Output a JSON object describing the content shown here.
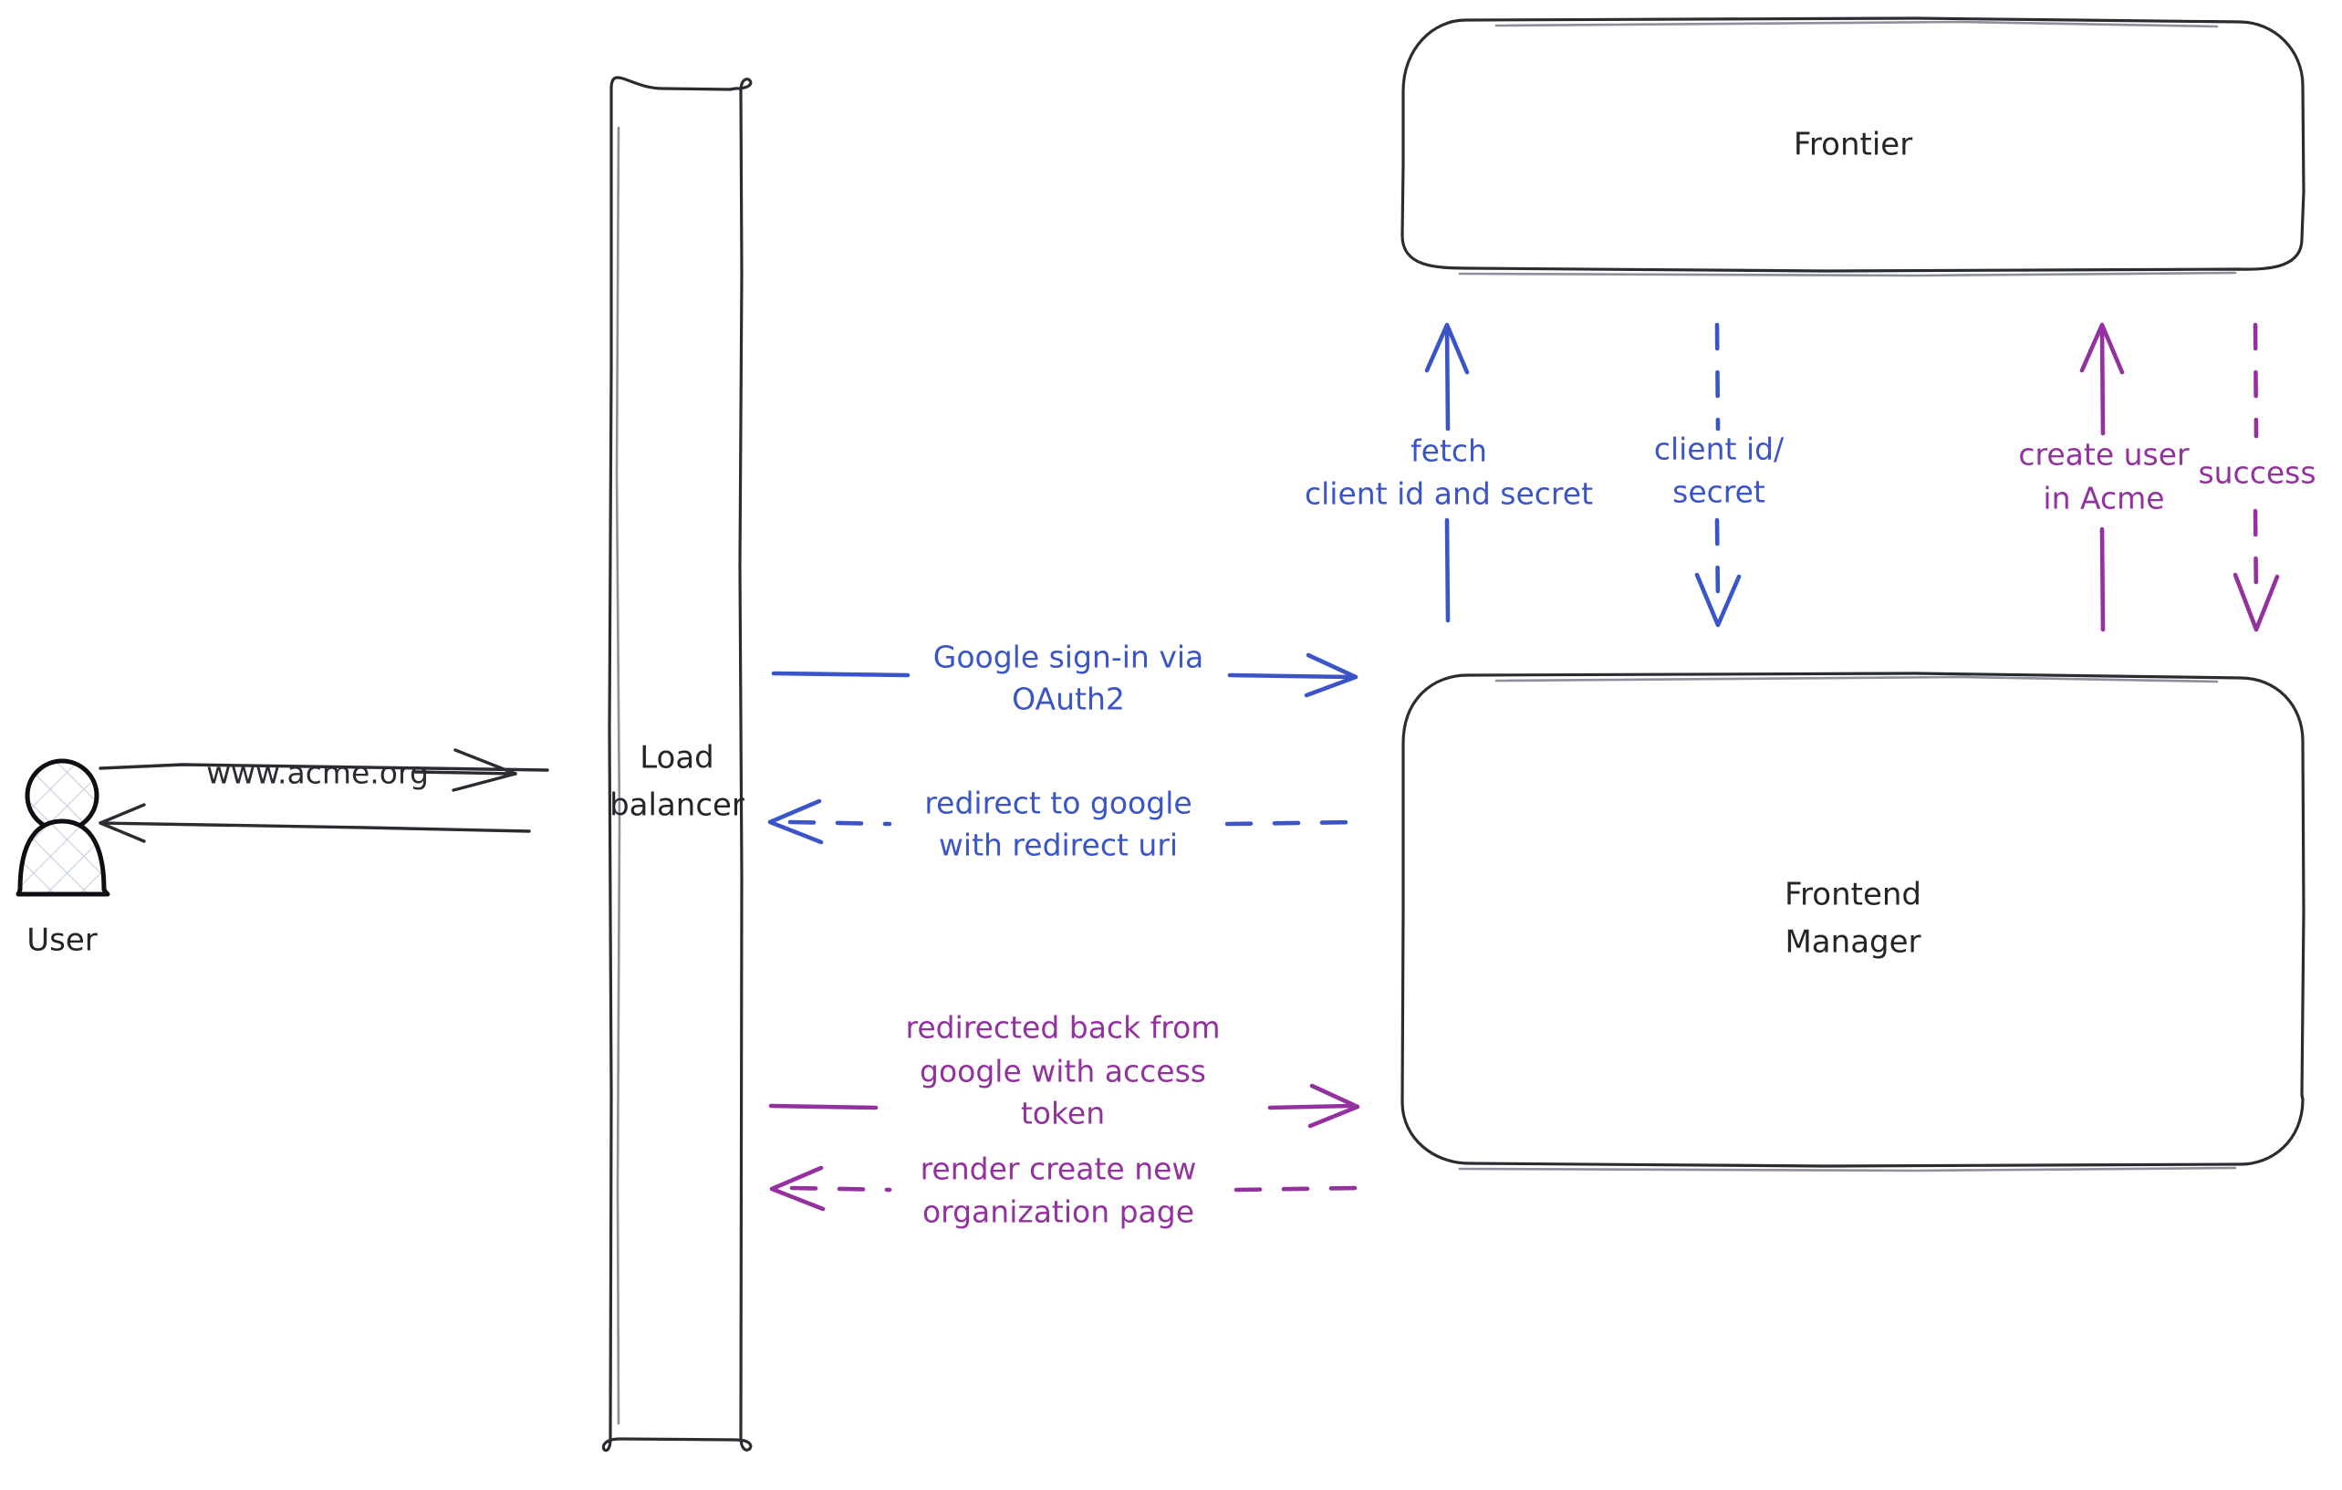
{
  "diagram": {
    "title": "Google OAuth2 sign-in sequence",
    "background": "#ffffff",
    "colors": {
      "blue": "#3b55c9",
      "purple": "#93329f",
      "dark": "#2a2c31",
      "node_stroke": "#2a2c31",
      "node_fill": "#ffffff"
    },
    "actors": [
      {
        "id": "user",
        "name": "user-actor",
        "label": "User",
        "shape": "person",
        "fill": "hatched"
      }
    ],
    "nodes": [
      {
        "id": "load_balancer",
        "name": "load-balancer-node",
        "label_line1": "Load",
        "label_line2": "balancer",
        "shape": "rounded-rect-tall"
      },
      {
        "id": "frontier",
        "name": "frontier-node",
        "label": "Frontier",
        "shape": "rounded-rect"
      },
      {
        "id": "frontend_manager",
        "name": "frontend-manager-node",
        "label_line1": "Frontend",
        "label_line2": "Manager",
        "shape": "rounded-rect"
      }
    ],
    "edges": [
      {
        "id": "user_to_lb",
        "name": "edge-user-to-load-balancer",
        "from": "user",
        "to": "load_balancer",
        "label": "www.acme.org",
        "color": "#2a2c31",
        "style": "solid",
        "direction": "right"
      },
      {
        "id": "lb_to_user",
        "name": "edge-load-balancer-to-user",
        "from": "load_balancer",
        "to": "user",
        "label": "",
        "color": "#2a2c31",
        "style": "solid",
        "direction": "left"
      },
      {
        "id": "lb_to_fm_signin",
        "name": "edge-google-signin-oauth2",
        "from": "load_balancer",
        "to": "frontend_manager",
        "label_line1": "Google sign-in via",
        "label_line2": "OAuth2",
        "color": "#3b55c9",
        "style": "solid",
        "direction": "right"
      },
      {
        "id": "fm_to_lb_redirect",
        "name": "edge-redirect-to-google",
        "from": "frontend_manager",
        "to": "load_balancer",
        "label_line1": "redirect to google",
        "label_line2": "with redirect uri",
        "color": "#3b55c9",
        "style": "dashed",
        "direction": "left"
      },
      {
        "id": "lb_to_fm_token",
        "name": "edge-redirected-back-with-access-token",
        "from": "load_balancer",
        "to": "frontend_manager",
        "label_line1": "redirected back from",
        "label_line2": "google with access",
        "label_line3": "token",
        "color": "#93329f",
        "style": "solid",
        "direction": "right"
      },
      {
        "id": "fm_to_lb_render",
        "name": "edge-render-create-new-organization-page",
        "from": "frontend_manager",
        "to": "load_balancer",
        "label_line1": "render create new",
        "label_line2": "organization page",
        "color": "#93329f",
        "style": "dashed",
        "direction": "left"
      },
      {
        "id": "fm_to_frontier_fetch",
        "name": "edge-fetch-client-id-and-secret",
        "from": "frontend_manager",
        "to": "frontier",
        "label_line1": "fetch",
        "label_line2": "client id and secret",
        "color": "#3b55c9",
        "style": "solid",
        "direction": "up"
      },
      {
        "id": "frontier_to_fm_creds",
        "name": "edge-client-id-secret",
        "from": "frontier",
        "to": "frontend_manager",
        "label_line1": "client id/",
        "label_line2": "secret",
        "color": "#3b55c9",
        "style": "dashed",
        "direction": "down"
      },
      {
        "id": "fm_to_frontier_create",
        "name": "edge-create-user-in-acme",
        "from": "frontend_manager",
        "to": "frontier",
        "label_line1": "create user",
        "label_line2": "in Acme",
        "color": "#93329f",
        "style": "solid",
        "direction": "up"
      },
      {
        "id": "frontier_to_fm_success",
        "name": "edge-success",
        "from": "frontier",
        "to": "frontend_manager",
        "label": "success",
        "color": "#93329f",
        "style": "dashed",
        "direction": "down"
      }
    ]
  }
}
